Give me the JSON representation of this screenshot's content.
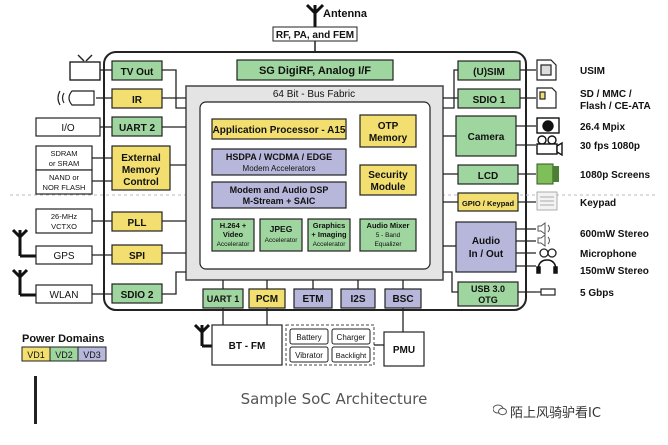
{
  "colors": {
    "yellow": "#f2df70",
    "green": "#9fd59e",
    "lavender": "#b7b7dc",
    "gray": "#e4e4e4",
    "outline": "#222222"
  },
  "antenna_label": "Antenna",
  "rf_label": "RF, PA, and FEM",
  "sg_label": "SG DigiRF, Analog I/F",
  "bus_label": "64 Bit - Bus Fabric",
  "left_blocks": {
    "tv_out": "TV Out",
    "ir": "IR",
    "uart2": "UART 2",
    "ext_mem": [
      "External",
      "Memory",
      "Control"
    ],
    "pll": "PLL",
    "spi": "SPI",
    "sdio2": "SDIO 2"
  },
  "left_devices": {
    "io": "I/O",
    "sdram": [
      "SDRAM",
      "or SRAM"
    ],
    "nand": [
      "NAND or",
      "NOR FLASH"
    ],
    "vctxo": [
      "26-MHz",
      "VCTXO"
    ],
    "gps": "GPS",
    "wlan": "WLAN"
  },
  "center_blocks": {
    "app_proc": "Application Processor - A15",
    "otp": [
      "OTP",
      "Memory"
    ],
    "hsdpa": [
      "HSDPA / WCDMA / EDGE",
      "Modem Accelerators"
    ],
    "security": [
      "Security",
      "Module"
    ],
    "modem_dsp": [
      "Modem and Audio DSP",
      "M-Stream + SAIC"
    ],
    "h264": [
      "H.264 +",
      "Video",
      "Accelerator"
    ],
    "jpeg": [
      "JPEG",
      "Accelerator"
    ],
    "graphics": [
      "Graphics",
      "+ Imaging",
      "Accelerator"
    ],
    "audio_mixer": [
      "Audio Mixer",
      "5 - Band",
      "Equalizer"
    ]
  },
  "right_blocks": {
    "usim": "(U)SIM",
    "sdio1": "SDIO 1",
    "camera": "Camera",
    "lcd": "LCD",
    "gpio": "GPIO / Keypad",
    "audio": [
      "Audio",
      "In / Out"
    ],
    "usb": [
      "USB 3.0",
      "OTG"
    ]
  },
  "right_labels": {
    "usim": "USIM",
    "sd": [
      "SD / MMC /",
      "Flash / CE-ATA"
    ],
    "mpix": "26.4 Mpix",
    "fps": "30 fps 1080p",
    "screens": "1080p Screens",
    "keypad": "Keypad",
    "stereo600": "600mW Stereo",
    "microphone": "Microphone",
    "stereo150": "150mW Stereo",
    "gbps": "5 Gbps"
  },
  "bottom_blocks": {
    "uart1": "UART 1",
    "pcm": "PCM",
    "etm": "ETM",
    "i2s": "I2S",
    "bsc": "BSC"
  },
  "bt_fm": "BT - FM",
  "pmu": "PMU",
  "peripherals": {
    "battery": "Battery",
    "charger": "Charger",
    "vibrator": "Vibrator",
    "backlight": "Backlight"
  },
  "power_domains": {
    "title": "Power Domains",
    "vd1": "VD1",
    "vd2": "VD2",
    "vd3": "VD3"
  },
  "caption": "Sample SoC Architecture",
  "watermark": "陌上风骑驴看IC"
}
